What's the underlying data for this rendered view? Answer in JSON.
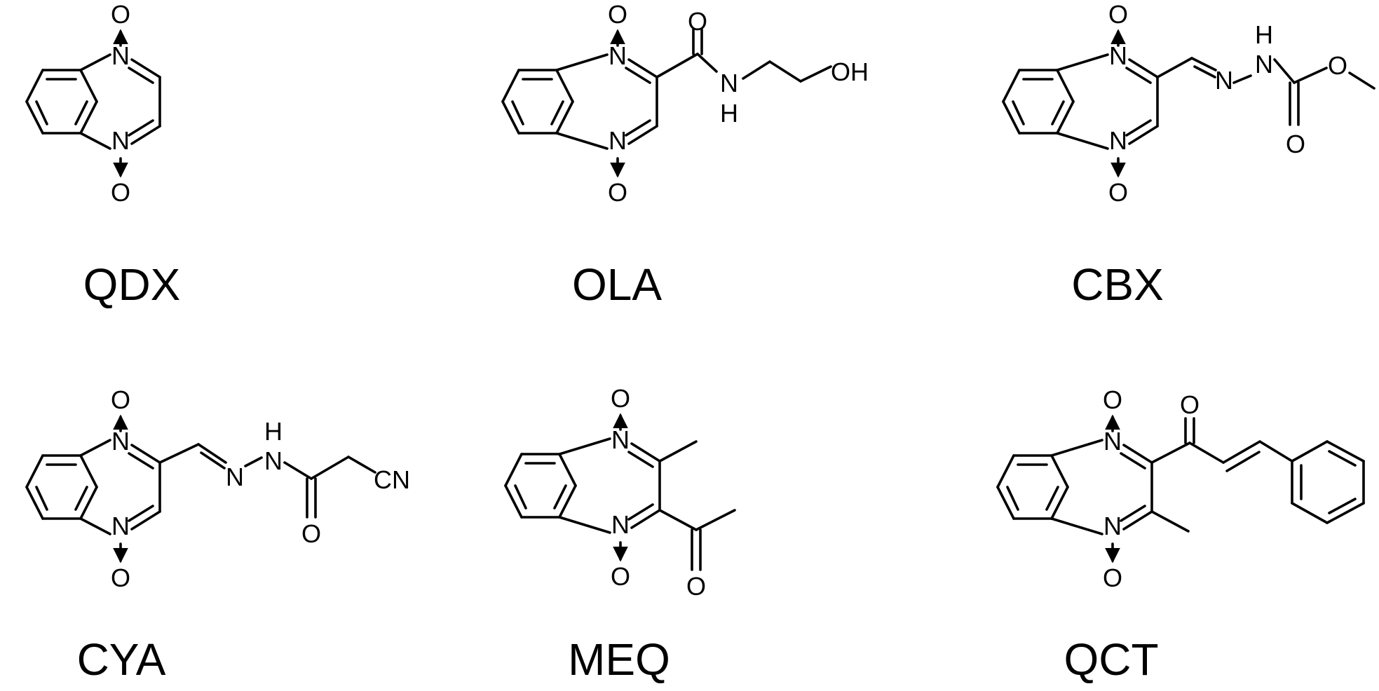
{
  "atoms": {
    "N": "N",
    "O": "O",
    "H": "H",
    "OH": "OH",
    "CN": "CN"
  },
  "compounds": [
    {
      "id": "qdx",
      "name": "QDX"
    },
    {
      "id": "ola",
      "name": "OLA"
    },
    {
      "id": "cbx",
      "name": "CBX"
    },
    {
      "id": "cya",
      "name": "CYA"
    },
    {
      "id": "meq",
      "name": "MEQ"
    },
    {
      "id": "qct",
      "name": "QCT"
    }
  ],
  "colors": {
    "ink": "#000000",
    "background": "#ffffff"
  }
}
